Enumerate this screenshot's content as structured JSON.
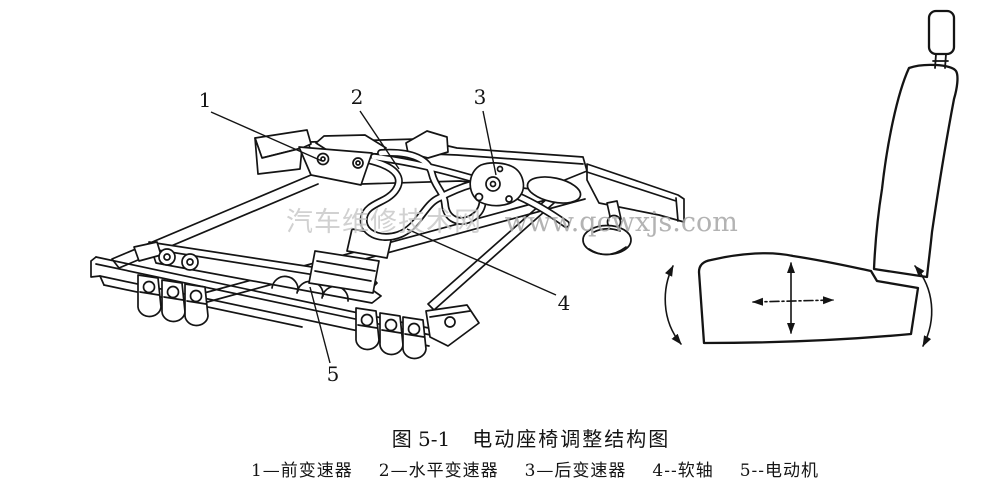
{
  "figure": {
    "caption_no": "图 5-1",
    "caption_title": "电动座椅调整结构图",
    "legend_items": [
      "1—前变速器",
      "2—水平变速器",
      "3—后变速器",
      "4--软轴",
      "5--电动机"
    ]
  },
  "watermark": {
    "text_cn": "汽车维修技术网",
    "text_url": "www.qcwxjs.com"
  },
  "diagram": {
    "part_labels": [
      "1",
      "2",
      "3",
      "4",
      "5"
    ]
  },
  "colors": {
    "ink": "#141414",
    "watermark_cn": "#c9c9c9",
    "watermark_url": "#a6a6a6",
    "background": "#ffffff"
  }
}
